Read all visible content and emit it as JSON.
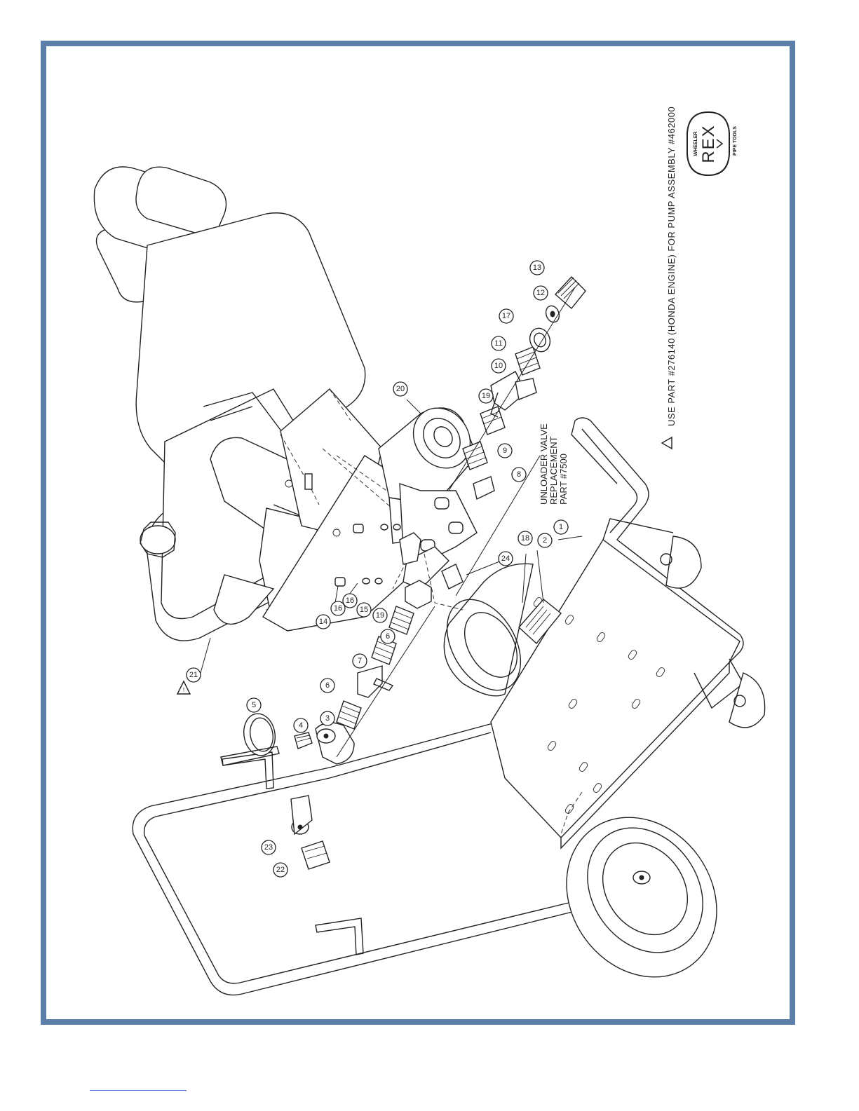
{
  "notes": {
    "pump_assembly": "USE PART #276140 (HONDA ENGINE) FOR PUMP ASSEMBLY #462000",
    "unloader_line1": "UNLOADER VALVE",
    "unloader_line2": "REPLACEMENT",
    "unloader_line3": "PART #7500"
  },
  "logo": {
    "top": "WHEELER",
    "mark": "REX",
    "bottom": "PIPE TOOLS"
  },
  "callouts": [
    "1",
    "2",
    "3",
    "4",
    "5",
    "6",
    "7",
    "8",
    "9",
    "10",
    "11",
    "12",
    "13",
    "14",
    "15",
    "16",
    "16",
    "17",
    "18",
    "19",
    "19",
    "20",
    "21",
    "22",
    "23",
    "24",
    "6"
  ],
  "flag_symbol": "!",
  "colors": {
    "frame": "#5b7fa8",
    "line": "#222222",
    "footer_link": "#3b5ed9"
  }
}
